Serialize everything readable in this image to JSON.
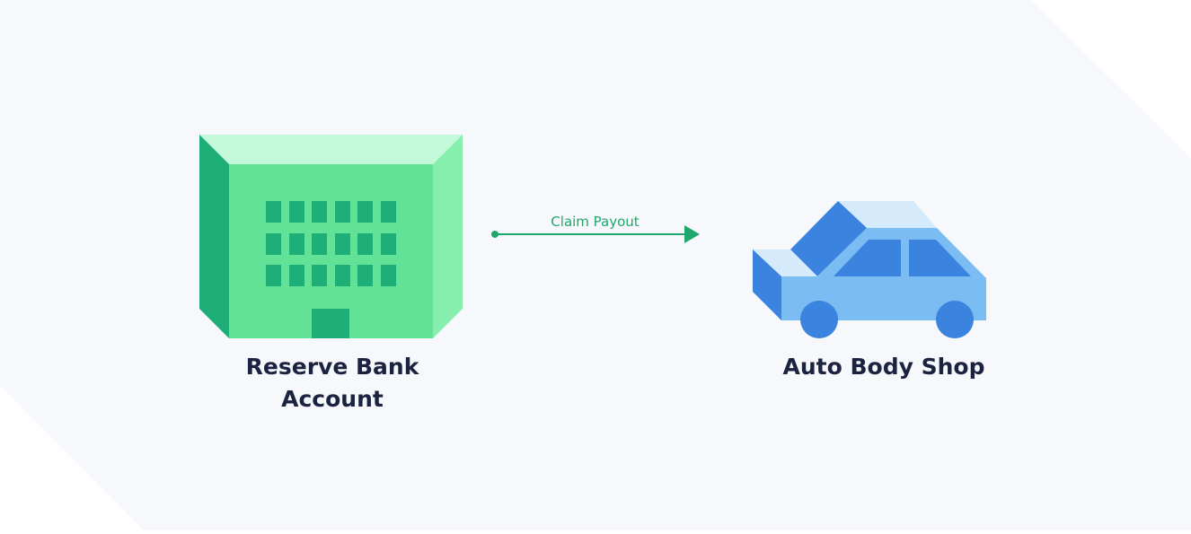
{
  "nodes": {
    "bank": {
      "label_line1": "Reserve Bank",
      "label_line2": "Account",
      "icon": "bank-building-icon"
    },
    "shop": {
      "label": "Auto Body Shop",
      "icon": "car-icon"
    }
  },
  "edge": {
    "label": "Claim Payout",
    "from": "bank",
    "to": "shop"
  },
  "colors": {
    "background": "#f6f8fc",
    "building_front": "#62e296",
    "building_top": "#c3f8d9",
    "building_right": "#86efae",
    "building_left": "#1eae78",
    "car_body": "#7bbcf2",
    "car_dark": "#3a83de",
    "car_light": "#d5ebfb",
    "edge": "#1ea86b",
    "label_text": "#1c2340"
  }
}
